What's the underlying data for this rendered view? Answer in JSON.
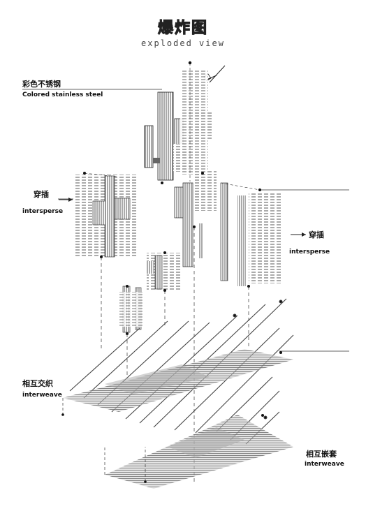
{
  "header": {
    "title": "爆炸图",
    "subtitle": "exploded view"
  },
  "labels": {
    "steel_cn": "彩色不锈钢",
    "steel_en": "Colored stainless steel",
    "intersperse_left_cn": "穿插",
    "intersperse_left_en": "intersperse",
    "intersperse_right_cn": "穿插",
    "intersperse_right_en": "intersperse",
    "interweave_left_cn": "相互交织",
    "interweave_left_en": "interweave",
    "interweave_right_cn": "相互嵌套",
    "interweave_right_en": "interweave"
  },
  "colors": {
    "line": "#1a1a1a",
    "panel": "#f4f4f4",
    "grid_fill": "#c8c8c8",
    "hatch": "#6a6a6a"
  }
}
